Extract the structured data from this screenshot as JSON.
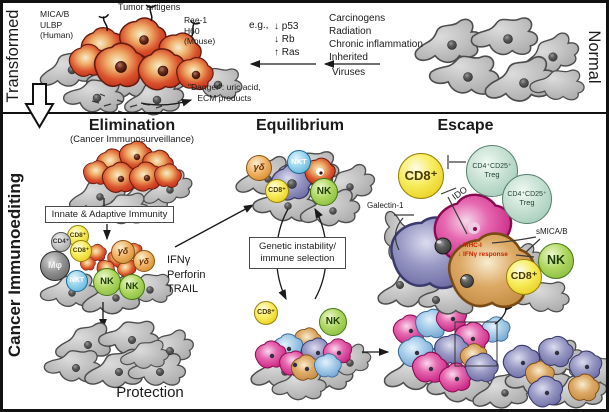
{
  "figure": {
    "top": {
      "transformed_label": "Transformed",
      "normal_label": "Normal",
      "mica_label": "MICA/B\nULBP\n(Human)",
      "tumor_antigens_label": "Tumor antigens",
      "rae1_label": "Rae-1\nH60\n(Mouse)",
      "eg_label": "e.g.,",
      "gene_changes": "↓ p53\n↓ Rb\n↑ Ras",
      "causes": "Carcinogens\nRadiation\nChronic inflammation\nInherited",
      "viruses_label": "Viruses",
      "danger_label": "\"Danger\": uric acid,\nECM products"
    },
    "sidebar_label": "Cancer Immunoediting",
    "elimination": {
      "title": "Elimination",
      "subtitle": "(Cancer Immunosurveillance)",
      "immunity_box": "Innate & Adaptive Immunity",
      "effectors": "IFNγ\nPerforin\nTRAIL",
      "outcome": "Protection"
    },
    "equilibrium": {
      "title": "Equilibrium",
      "cycle_box": "Genetic instability/\nimmune selection"
    },
    "escape": {
      "title": "Escape",
      "galectin_label": "Galectin-1",
      "ido_label": "IDO",
      "smica_label": "sMICA/B",
      "mhc_label": "↓ MHC-I\n↓ IFNγ response"
    },
    "cells": {
      "cd8a": "CD8⁺",
      "cd4": "CD4⁺",
      "cd8b": "CD8⁺",
      "mphi": "Mφ",
      "nkt": "NKT",
      "nk1": "NK",
      "nk2": "NK",
      "gd1": "γδ",
      "gd2": "γδ",
      "eq_gd": "γδ",
      "eq_nkt": "NKT",
      "eq_cd8": "CD8⁺",
      "eq_nk": "NK",
      "mid_cd8": "CD8⁺",
      "mid_nk": "NK",
      "esc_cd8_big": "CD8⁺",
      "treg_line1": "CD4⁺CD25⁺",
      "treg_line2": "Treg",
      "esc_nk": "NK",
      "esc_cd8": "CD8⁺"
    },
    "colors": {
      "tumor_red": "#c9391f",
      "normal_gray": "#b5b5b5",
      "nk_green": "#8cc63f",
      "t_yellow": "#f5e94e",
      "nkt_blue": "#7ec8e8",
      "gd_orange": "#e0973f",
      "treg_teal": "#b7d9c9",
      "magenta": "#cc1a7a",
      "purple": "#7d7db1",
      "tan": "#cf9a55",
      "light_blue": "#9cc3e6"
    }
  }
}
